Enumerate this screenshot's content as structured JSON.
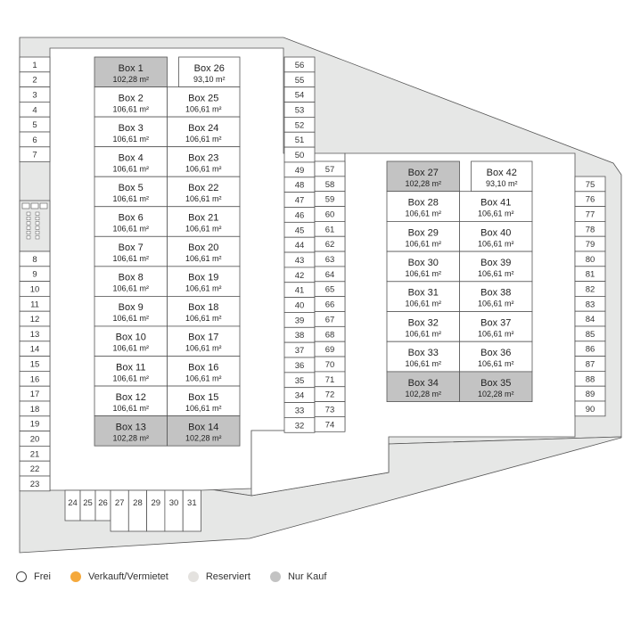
{
  "colors": {
    "frei": "#ffffff",
    "verkauft": "#f5a93c",
    "reserviert": "#e4e2df",
    "nur_kauf": "#c3c3c3",
    "ground": "#e6e7e6",
    "stroke": "#555555"
  },
  "left_block": {
    "rows": [
      [
        {
          "label": "Box 1",
          "area": "102,28 m²",
          "status": "nur_kauf"
        },
        {
          "label": "Box 26",
          "area": "93,10 m²",
          "status": "frei"
        }
      ],
      [
        {
          "label": "Box 2",
          "area": "106,61 m²",
          "status": "frei"
        },
        {
          "label": "Box 25",
          "area": "106,61 m²",
          "status": "frei"
        }
      ],
      [
        {
          "label": "Box 3",
          "area": "106,61 m²",
          "status": "frei"
        },
        {
          "label": "Box 24",
          "area": "106,61 m²",
          "status": "frei"
        }
      ],
      [
        {
          "label": "Box 4",
          "area": "106,61 m²",
          "status": "frei"
        },
        {
          "label": "Box 23",
          "area": "106,61 m²",
          "status": "frei"
        }
      ],
      [
        {
          "label": "Box 5",
          "area": "106,61 m²",
          "status": "frei"
        },
        {
          "label": "Box 22",
          "area": "106,61 m²",
          "status": "frei"
        }
      ],
      [
        {
          "label": "Box 6",
          "area": "106,61 m²",
          "status": "frei"
        },
        {
          "label": "Box 21",
          "area": "106,61 m²",
          "status": "frei"
        }
      ],
      [
        {
          "label": "Box 7",
          "area": "106,61 m²",
          "status": "frei"
        },
        {
          "label": "Box 20",
          "area": "106,61 m²",
          "status": "frei"
        }
      ],
      [
        {
          "label": "Box 8",
          "area": "106,61 m²",
          "status": "frei"
        },
        {
          "label": "Box 19",
          "area": "106,61 m²",
          "status": "frei"
        }
      ],
      [
        {
          "label": "Box 9",
          "area": "106,61 m²",
          "status": "frei"
        },
        {
          "label": "Box 18",
          "area": "106,61 m²",
          "status": "frei"
        }
      ],
      [
        {
          "label": "Box 10",
          "area": "106,61 m²",
          "status": "frei"
        },
        {
          "label": "Box 17",
          "area": "106,61 m²",
          "status": "frei"
        }
      ],
      [
        {
          "label": "Box 11",
          "area": "106,61 m²",
          "status": "frei"
        },
        {
          "label": "Box 16",
          "area": "106,61 m²",
          "status": "frei"
        }
      ],
      [
        {
          "label": "Box 12",
          "area": "106,61 m²",
          "status": "frei"
        },
        {
          "label": "Box 15",
          "area": "106,61 m²",
          "status": "frei"
        }
      ],
      [
        {
          "label": "Box 13",
          "area": "102,28 m²",
          "status": "nur_kauf"
        },
        {
          "label": "Box 14",
          "area": "102,28 m²",
          "status": "nur_kauf"
        }
      ]
    ]
  },
  "right_block": {
    "rows": [
      [
        {
          "label": "Box 27",
          "area": "102,28 m²",
          "status": "nur_kauf"
        },
        {
          "label": "Box 42",
          "area": "93,10 m²",
          "status": "frei"
        }
      ],
      [
        {
          "label": "Box 28",
          "area": "106,61 m²",
          "status": "frei"
        },
        {
          "label": "Box 41",
          "area": "106,61 m²",
          "status": "frei"
        }
      ],
      [
        {
          "label": "Box 29",
          "area": "106,61 m²",
          "status": "frei"
        },
        {
          "label": "Box 40",
          "area": "106,61 m²",
          "status": "frei"
        }
      ],
      [
        {
          "label": "Box 30",
          "area": "106,61 m²",
          "status": "frei"
        },
        {
          "label": "Box 39",
          "area": "106,61 m²",
          "status": "frei"
        }
      ],
      [
        {
          "label": "Box 31",
          "area": "106,61 m²",
          "status": "frei"
        },
        {
          "label": "Box 38",
          "area": "106,61 m²",
          "status": "frei"
        }
      ],
      [
        {
          "label": "Box 32",
          "area": "106,61 m²",
          "status": "frei"
        },
        {
          "label": "Box 37",
          "area": "106,61 m²",
          "status": "frei"
        }
      ],
      [
        {
          "label": "Box 33",
          "area": "106,61 m²",
          "status": "frei"
        },
        {
          "label": "Box 36",
          "area": "106,61 m²",
          "status": "frei"
        }
      ],
      [
        {
          "label": "Box 34",
          "area": "102,28 m²",
          "status": "nur_kauf"
        },
        {
          "label": "Box 35",
          "area": "102,28 m²",
          "status": "nur_kauf"
        }
      ]
    ]
  },
  "parking": {
    "left_top": [
      "1",
      "2",
      "3",
      "4",
      "5",
      "6",
      "7"
    ],
    "left_bottom": [
      "8",
      "9",
      "10",
      "11",
      "12",
      "13",
      "14",
      "15",
      "16",
      "17",
      "18",
      "19",
      "20",
      "21",
      "22",
      "23"
    ],
    "bottom_short": [
      "24",
      "25",
      "26"
    ],
    "bottom_long": [
      "27",
      "28",
      "29",
      "30",
      "31"
    ],
    "middle_a": [
      "56",
      "55",
      "54",
      "53",
      "52",
      "51",
      "50",
      "49",
      "48",
      "47",
      "46",
      "45",
      "44",
      "43",
      "42",
      "41",
      "40",
      "39",
      "38",
      "37",
      "36",
      "35",
      "34",
      "33",
      "32"
    ],
    "middle_b": [
      "57",
      "58",
      "59",
      "60",
      "61",
      "62",
      "63",
      "64",
      "65",
      "66",
      "67",
      "68",
      "69",
      "70",
      "71",
      "72",
      "73",
      "74"
    ],
    "right": [
      "75",
      "76",
      "77",
      "78",
      "79",
      "80",
      "81",
      "82",
      "83",
      "84",
      "85",
      "86",
      "87",
      "88",
      "89",
      "90"
    ]
  },
  "legend": [
    {
      "key": "frei",
      "label": "Frei"
    },
    {
      "key": "verkauft",
      "label": "Verkauft/Vermietet"
    },
    {
      "key": "reserviert",
      "label": "Reserviert"
    },
    {
      "key": "nur_kauf",
      "label": "Nur Kauf"
    }
  ]
}
